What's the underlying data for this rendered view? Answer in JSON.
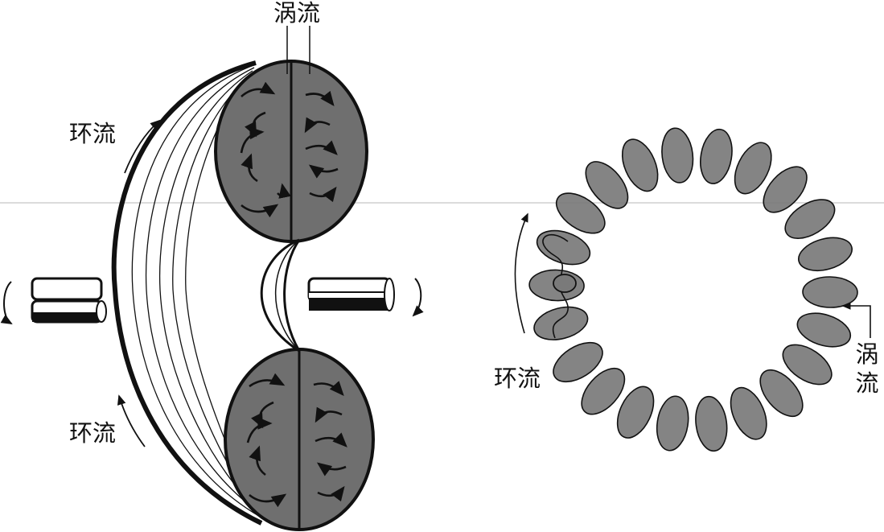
{
  "labels": {
    "eddy_top": "涡流",
    "ring_upper_left": "环流",
    "ring_lower_left": "环流",
    "ring_right": "环流",
    "eddy_right": "涡流"
  },
  "colors": {
    "vortex_fill": "#6f6f6f",
    "torus_fill": "#7a7a7a",
    "stroke": "#111111",
    "axis_line": "#c8c8c8"
  },
  "torus": {
    "segments": 22
  }
}
